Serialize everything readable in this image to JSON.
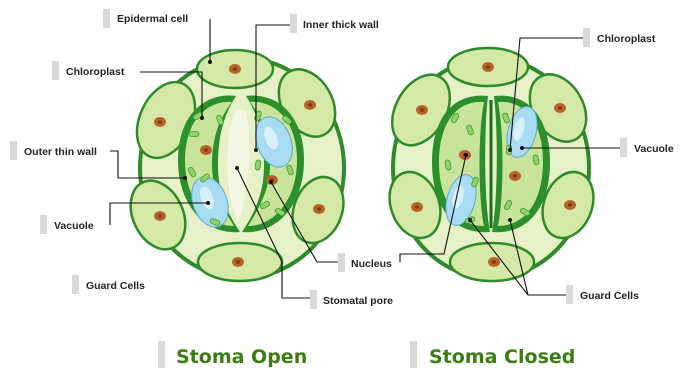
{
  "labels": {
    "epidermal_cell": "Epidermal cell",
    "inner_thick_wall": "Inner thick wall",
    "chloroplast_left": "Chloroplast",
    "chloroplast_right": "Chloroplast",
    "outer_thin_wall": "Outer thin wall",
    "vacuole_left": "Vacuole",
    "vacuole_right": "Vacuole",
    "nucleus": "Nucleus",
    "guard_cells_left": "Guard Cells",
    "guard_cells_right": "Guard Cells",
    "stomatal_pore": "Stomatal pore"
  },
  "captions": {
    "open": "Stoma Open",
    "closed": "Stoma Closed"
  },
  "colors": {
    "cell_fill": "#d4e8a8",
    "cell_outline": "#2f8a2a",
    "guard_dark": "#2b8f2b",
    "nucleus": "#b8622a",
    "chloroplast": "#8fd16a",
    "vacuole": "#a8dcf2",
    "title": "#3a7d12",
    "tag": "#d9d9d9"
  }
}
